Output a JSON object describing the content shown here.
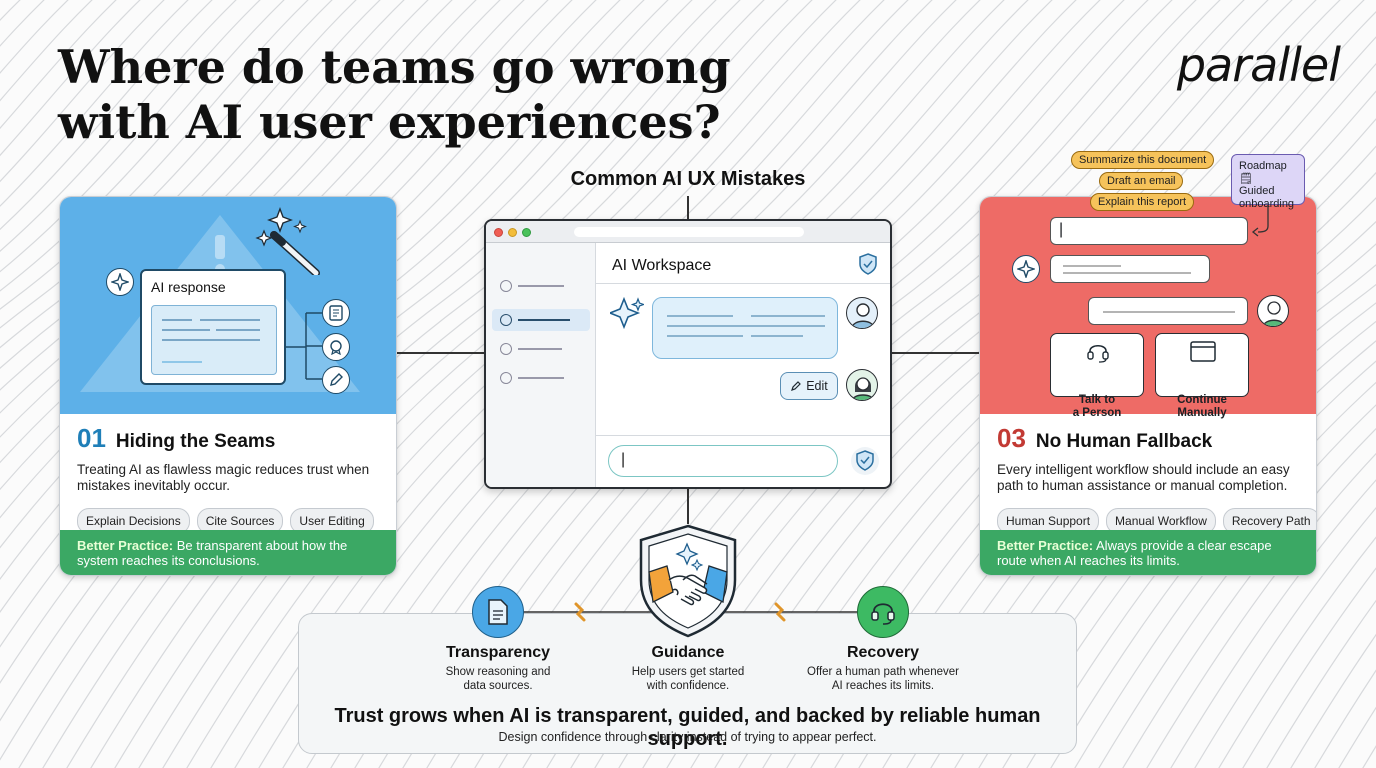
{
  "colors": {
    "left_card_illustration": "#5db0e8",
    "right_card_illustration": "#ee6b66",
    "better_practice_bar": "#3ba864",
    "transparency_icon": "#4aa7e6",
    "recovery_icon": "#3dba63",
    "chip": "#f6c35b",
    "note": "#ddd6f7"
  },
  "header": {
    "title": "Where do teams go wrong\nwith AI user experiences?",
    "brand": "parallel"
  },
  "center": {
    "heading": "Common AI UX Mistakes",
    "window": {
      "workspace_title": "AI Workspace",
      "edit_label": "Edit",
      "input_cursor": "|"
    }
  },
  "left_card": {
    "illustration": {
      "ai_response_label": "AI response",
      "icons": [
        "warning-icon",
        "sparkle-icon",
        "magic-wand-icon",
        "document-icon",
        "badge-icon",
        "pencil-icon"
      ]
    },
    "number": "01",
    "title": "Hiding the Seams",
    "description": "Treating AI as flawless magic reduces trust when mistakes inevitably occur.",
    "pills": [
      "Explain Decisions",
      "Cite Sources",
      "User Editing"
    ],
    "better_practice_label": "Better Practice:",
    "better_practice_text": " Be transparent about how the system reaches its conclusions."
  },
  "right_card": {
    "prompt_chips": [
      "Summarize this document",
      "Draft an email",
      "Explain this report"
    ],
    "note": "Roadmap 🗒\nGuided\nonboarding",
    "buttons": [
      {
        "label": "Talk to\na Person",
        "icon": "headset-icon"
      },
      {
        "label": "Continue\nManually",
        "icon": "window-icon"
      }
    ],
    "number": "03",
    "title": "No Human Fallback",
    "description": "Every intelligent workflow should include an easy path to human assistance or manual completion.",
    "pills": [
      "Human Support",
      "Manual Workflow",
      "Recovery Path"
    ],
    "better_practice_label": "Better Practice:",
    "better_practice_text": " Always provide a clear escape route when AI reaches its limits."
  },
  "bottom": {
    "pillars": [
      {
        "title": "Transparency",
        "description": "Show reasoning and\ndata sources.",
        "icon": "document-icon"
      },
      {
        "title": "Guidance",
        "description": "Help users get started\nwith confidence.",
        "icon": "handshake-shield-icon"
      },
      {
        "title": "Recovery",
        "description": "Offer a human path whenever\nAI reaches its limits.",
        "icon": "headset-icon"
      }
    ],
    "headline": "Trust grows when AI is transparent, guided, and backed by reliable human support.",
    "subline": "Design confidence through clarity instead of trying to appear perfect."
  }
}
